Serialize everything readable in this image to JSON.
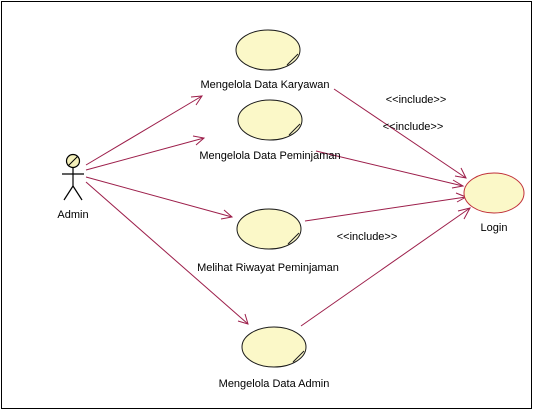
{
  "actor": {
    "label": "Admin"
  },
  "use_cases": [
    {
      "label": "Mengelola Data Karyawan"
    },
    {
      "label": "Mengelola Data Peminjaman"
    },
    {
      "label": "Melihat Riwayat Peminjaman"
    },
    {
      "label": "Mengelola Data Admin"
    }
  ],
  "login": {
    "label": "Login"
  },
  "stereotypes": [
    {
      "label": "<<include>>"
    },
    {
      "label": "<<include>>"
    },
    {
      "label": "<<include>>"
    }
  ]
}
